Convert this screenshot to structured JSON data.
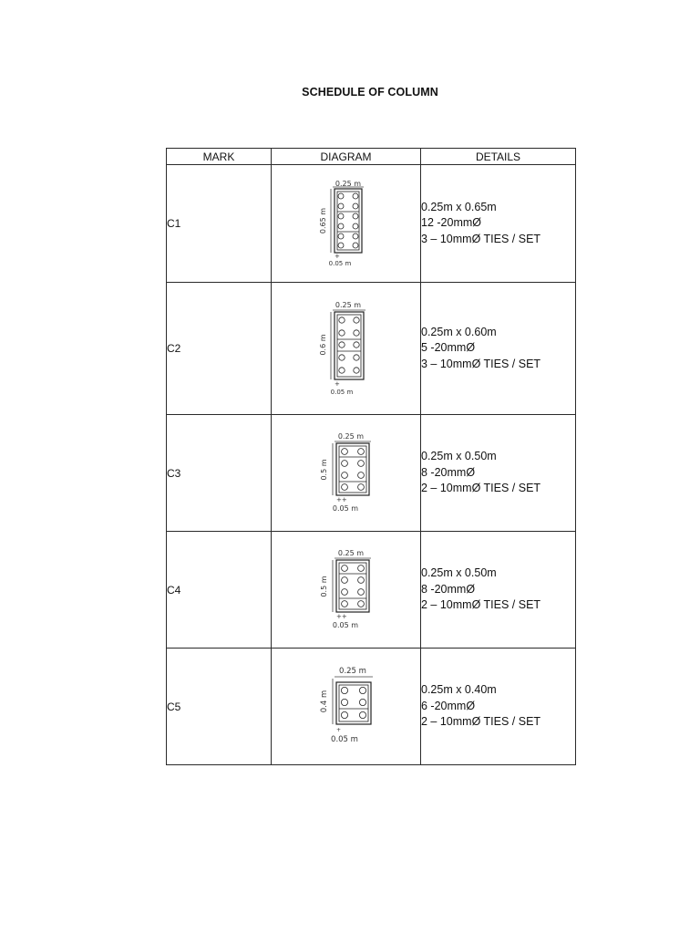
{
  "document": {
    "title": "SCHEDULE OF COLUMN"
  },
  "table": {
    "headers": {
      "mark": "MARK",
      "diagram": "DIAGRAM",
      "details": "DETAILS"
    },
    "rows": [
      {
        "mark": "C1",
        "diagram": {
          "width_label": "0.25 m",
          "height_label": "0.65 m",
          "cover_label": "0.05 m",
          "bar_rows": 6
        },
        "details": {
          "size": "0.25m x 0.65m",
          "main_bars": "12 -20mmØ",
          "ties": "3 – 10mmØ TIES / SET"
        }
      },
      {
        "mark": "C2",
        "diagram": {
          "width_label": "0.25 m",
          "height_label": "0.6 m",
          "cover_label": "0.05 m",
          "bar_rows": 5
        },
        "details": {
          "size": "0.25m x 0.60m",
          "main_bars": "5 -20mmØ",
          "ties": "3 – 10mmØ TIES / SET"
        }
      },
      {
        "mark": "C3",
        "diagram": {
          "width_label": "0.25 m",
          "height_label": "0.5 m",
          "cover_label": "0.05 m",
          "bar_rows": 4
        },
        "details": {
          "size": "0.25m x 0.50m",
          "main_bars": "8 -20mmØ",
          "ties": "2 – 10mmØ TIES / SET"
        }
      },
      {
        "mark": "C4",
        "diagram": {
          "width_label": "0.25 m",
          "height_label": "0.5 m",
          "cover_label": "0.05 m",
          "bar_rows": 4
        },
        "details": {
          "size": "0.25m x 0.50m",
          "main_bars": "8 -20mmØ",
          "ties": "2 – 10mmØ TIES / SET"
        }
      },
      {
        "mark": "C5",
        "diagram": {
          "width_label": "0.25 m",
          "height_label": "0.4 m",
          "cover_label": "0.05 m",
          "bar_rows": 3
        },
        "details": {
          "size": "0.25m x 0.40m",
          "main_bars": "6 -20mmØ",
          "ties": "2 – 10mmØ TIES / SET"
        }
      }
    ]
  },
  "colors": {
    "border": "#2a2a2a",
    "text": "#111111",
    "drawing": "#333333"
  }
}
